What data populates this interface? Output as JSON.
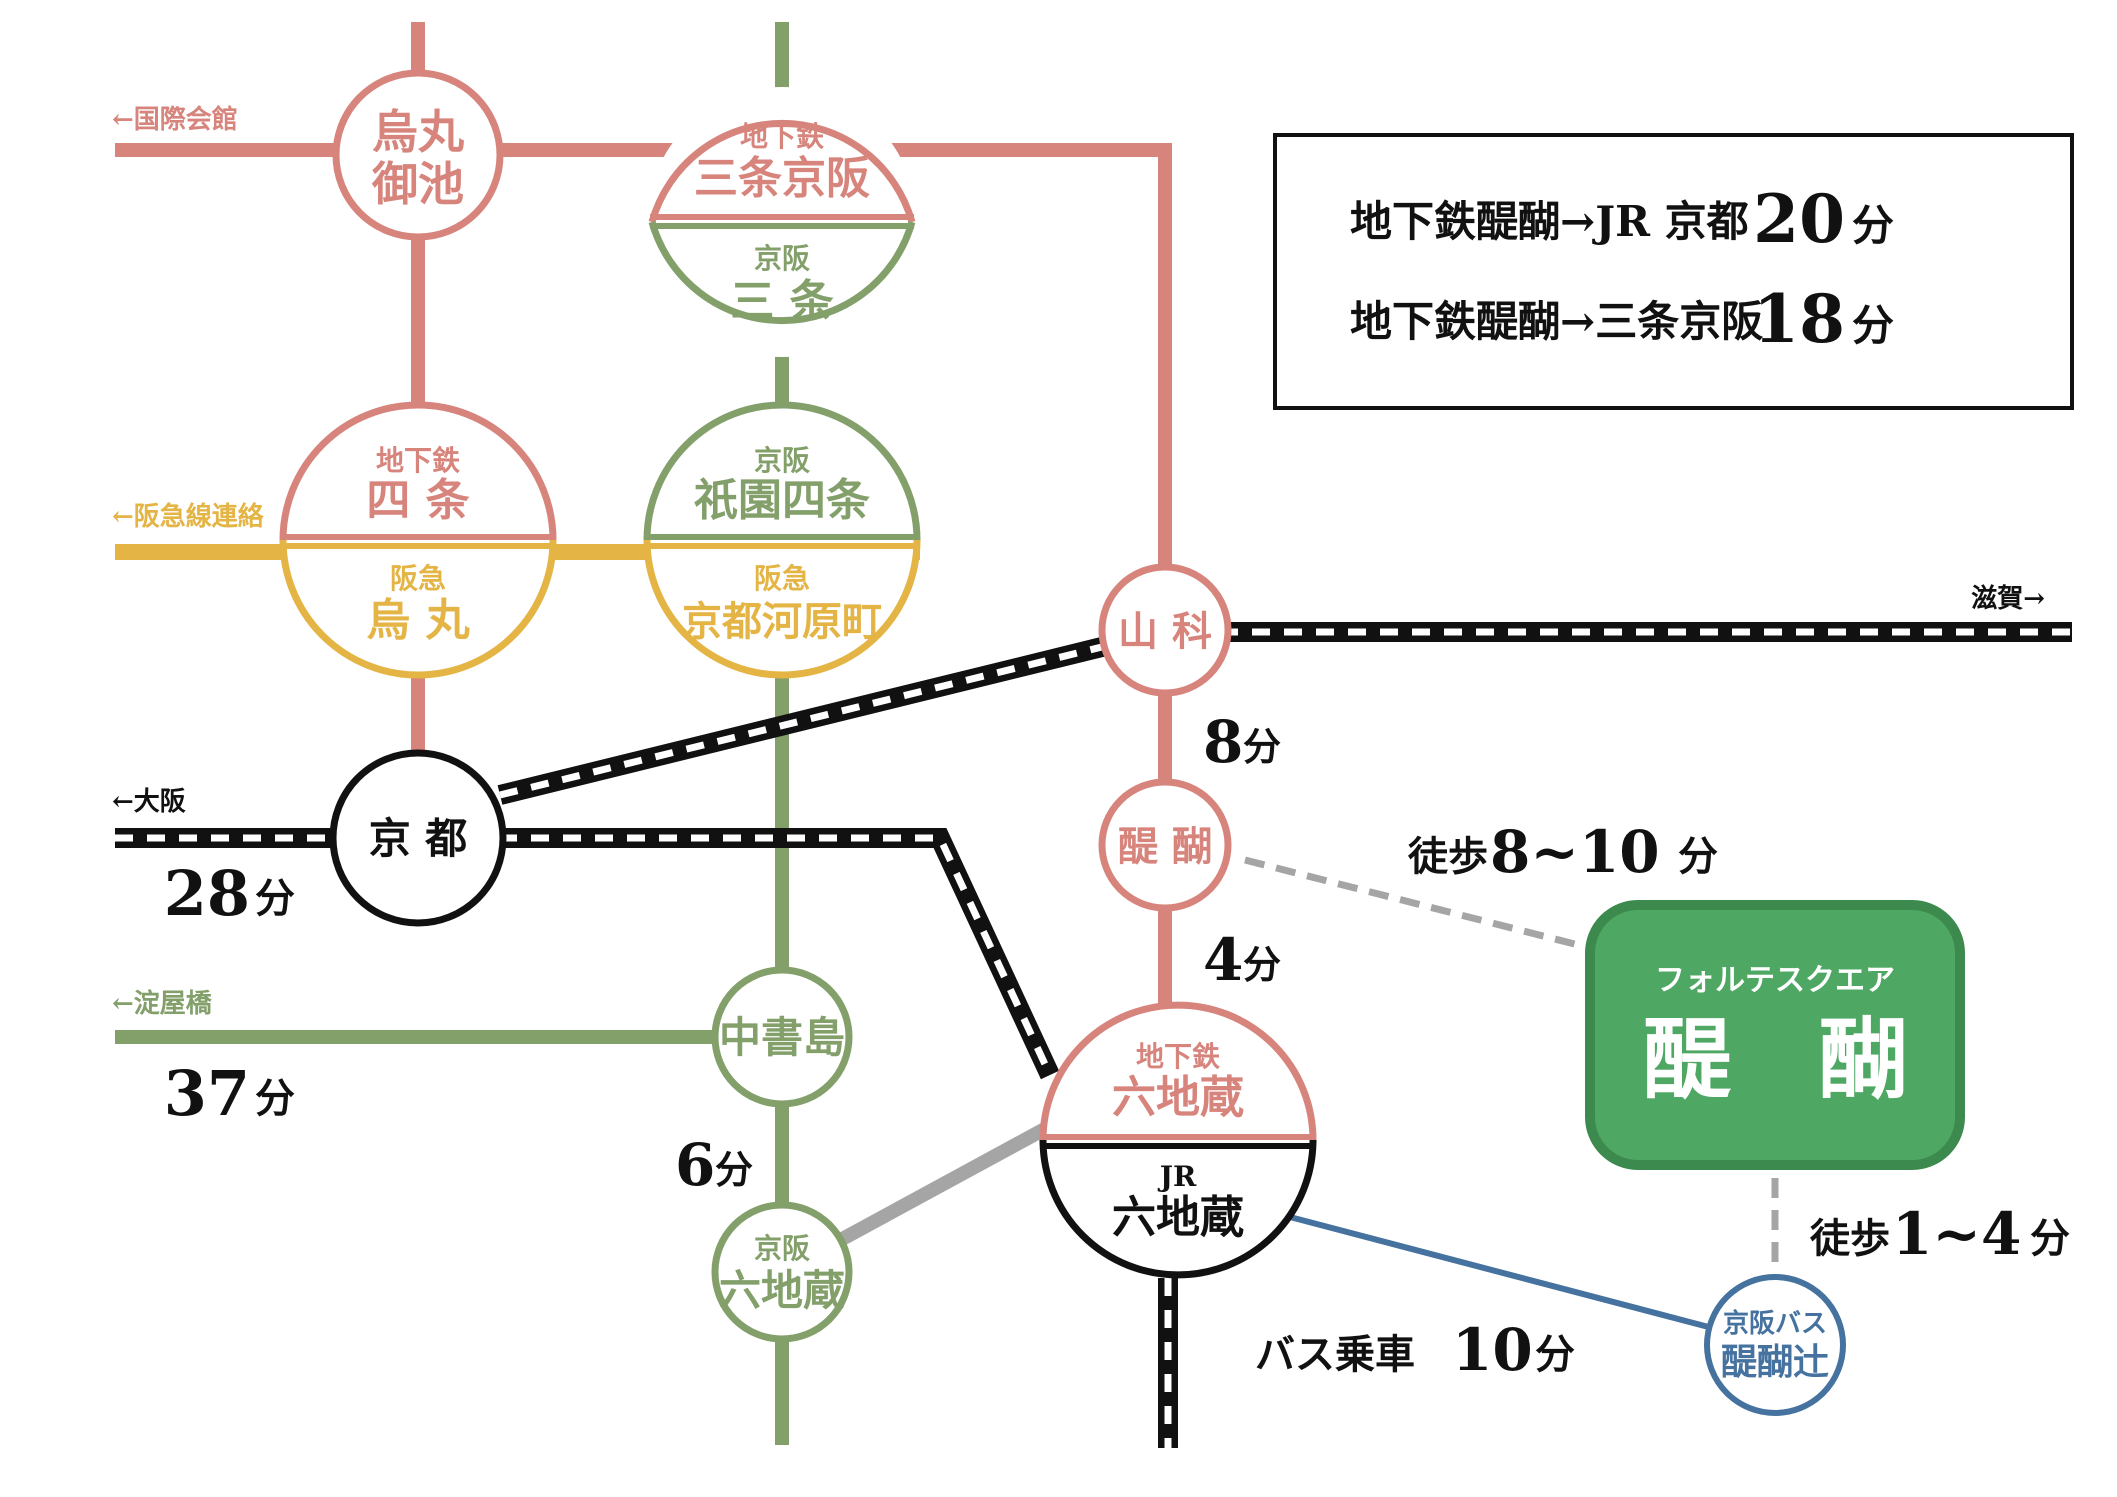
{
  "colors": {
    "subway": "#d7847c",
    "keihan": "#83a06b",
    "hankyu": "#e4b445",
    "jr": "#111111",
    "gray": "#a5a5a5",
    "bus": "#45729f",
    "dest_fill": "#4ea863",
    "dest_border": "#3c8a4d",
    "text": "#111111",
    "white": "#ffffff"
  },
  "summary_box": {
    "row1_route": "地下鉄醍醐→JR 京都",
    "row1_num": "20",
    "row1_unit": "分",
    "row2_route": "地下鉄醍醐→三条京阪",
    "row2_num": "18",
    "row2_unit": "分"
  },
  "directions": {
    "kokusai": "←国際会館",
    "hankyu_link": "←阪急線連絡",
    "osaka": "←大阪",
    "yodoyabashi": "←淀屋橋",
    "shiga": "滋賀→"
  },
  "stations": {
    "karasuma_oike": {
      "line1": "烏丸",
      "line2": "御池"
    },
    "sanjo_keihan": {
      "sub": "地下鉄",
      "name": "三条京阪"
    },
    "keihan_sanjo": {
      "sub": "京阪",
      "name": "三 条"
    },
    "subway_shijo": {
      "sub": "地下鉄",
      "name": "四 条"
    },
    "gion_shijo": {
      "sub": "京阪",
      "name": "祇園四条"
    },
    "hankyu_karasuma": {
      "sub": "阪急",
      "name": "烏 丸"
    },
    "kyoto_kawaramachi": {
      "sub": "阪急",
      "name": "京都河原町"
    },
    "yamashina": {
      "name": "山 科"
    },
    "daigo": {
      "name": "醍 醐"
    },
    "kyoto": {
      "name": "京 都"
    },
    "nakashojima": {
      "name": "中書島"
    },
    "subway_rokujizo": {
      "sub": "地下鉄",
      "name": "六地蔵"
    },
    "jr_rokujizo": {
      "sub": "JR",
      "name": "六地蔵"
    },
    "keihan_rokujizo": {
      "sub": "京阪",
      "name": "六地蔵"
    },
    "bus_daigotsuji": {
      "sub": "京阪バス",
      "name": "醍醐辻"
    }
  },
  "destination": {
    "sub": "フォルテスクエア",
    "name": "醍　醐"
  },
  "times": {
    "yamashina_daigo": {
      "num": "8",
      "unit": "分"
    },
    "daigo_rokujizo": {
      "num": "4",
      "unit": "分"
    },
    "osaka": {
      "num": "28",
      "unit": "分"
    },
    "yodoyabashi": {
      "num": "37",
      "unit": "分"
    },
    "nakashojima_rokujizo": {
      "num": "6",
      "unit": "分"
    },
    "walk_daigo": {
      "pre": "徒歩",
      "num": "8~10",
      "unit": "分"
    },
    "walk_bus": {
      "pre": "徒歩",
      "num": "1~4",
      "unit": "分"
    },
    "bus_ride": {
      "pre": "バス乗車",
      "num": "10",
      "unit": "分"
    }
  }
}
